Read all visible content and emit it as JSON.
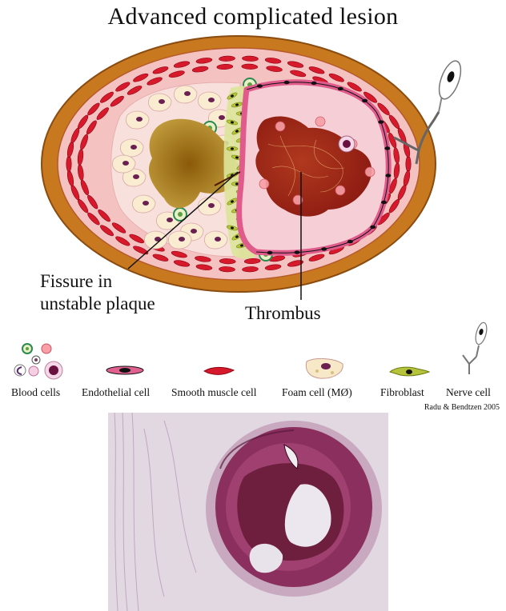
{
  "title": "Advanced complicated lesion",
  "labels": {
    "fissure_line1": "Fissure in",
    "fissure_line2": "unstable plaque",
    "thrombus": "Thrombus"
  },
  "legend": [
    {
      "label": "Blood cells"
    },
    {
      "label": "Endothelial cell"
    },
    {
      "label": "Smooth muscle cell"
    },
    {
      "label": "Foam cell (MØ)"
    },
    {
      "label": "Fibroblast"
    },
    {
      "label": "Nerve cell"
    }
  ],
  "credit": "Radu & Bendtzen 2005",
  "colors": {
    "adventitia": "#c8781e",
    "media_bg": "#f7c8c8",
    "smooth_muscle": "#d61a2c",
    "thrombus": "#a8200f",
    "lumen": "#f6cfd6",
    "necrotic_core": "#9a6d10",
    "fibroblast": "#b5c43a",
    "histology_tissue": "#8a2f5e"
  }
}
